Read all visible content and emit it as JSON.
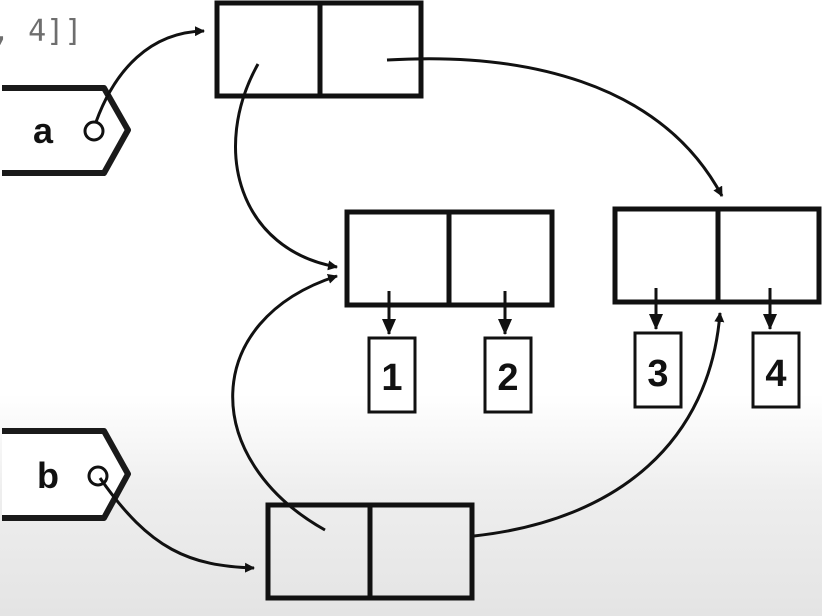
{
  "code_fragment": ", 4]]",
  "variables": [
    {
      "id": "a",
      "label": "a"
    },
    {
      "id": "b",
      "label": "b"
    }
  ],
  "value_boxes": [
    {
      "id": "v1",
      "label": "1"
    },
    {
      "id": "v2",
      "label": "2"
    },
    {
      "id": "v3",
      "label": "3"
    },
    {
      "id": "v4",
      "label": "4"
    }
  ],
  "cells": [
    {
      "id": "outer-a",
      "slots": 2
    },
    {
      "id": "inner-12",
      "slots": 2
    },
    {
      "id": "inner-34",
      "slots": 2
    },
    {
      "id": "outer-b",
      "slots": 2
    }
  ],
  "references": [
    {
      "from": "a",
      "to": "outer-a"
    },
    {
      "from": "outer-a.slot1",
      "to": "inner-12"
    },
    {
      "from": "outer-a.slot2",
      "to": "inner-34"
    },
    {
      "from": "inner-12.slot1",
      "to": "1"
    },
    {
      "from": "inner-12.slot2",
      "to": "2"
    },
    {
      "from": "inner-34.slot1",
      "to": "3"
    },
    {
      "from": "inner-34.slot2",
      "to": "4"
    },
    {
      "from": "b",
      "to": "outer-b"
    },
    {
      "from": "outer-b.slot1",
      "to": "inner-12"
    },
    {
      "from": "outer-b.slot2",
      "to": "inner-34"
    }
  ]
}
